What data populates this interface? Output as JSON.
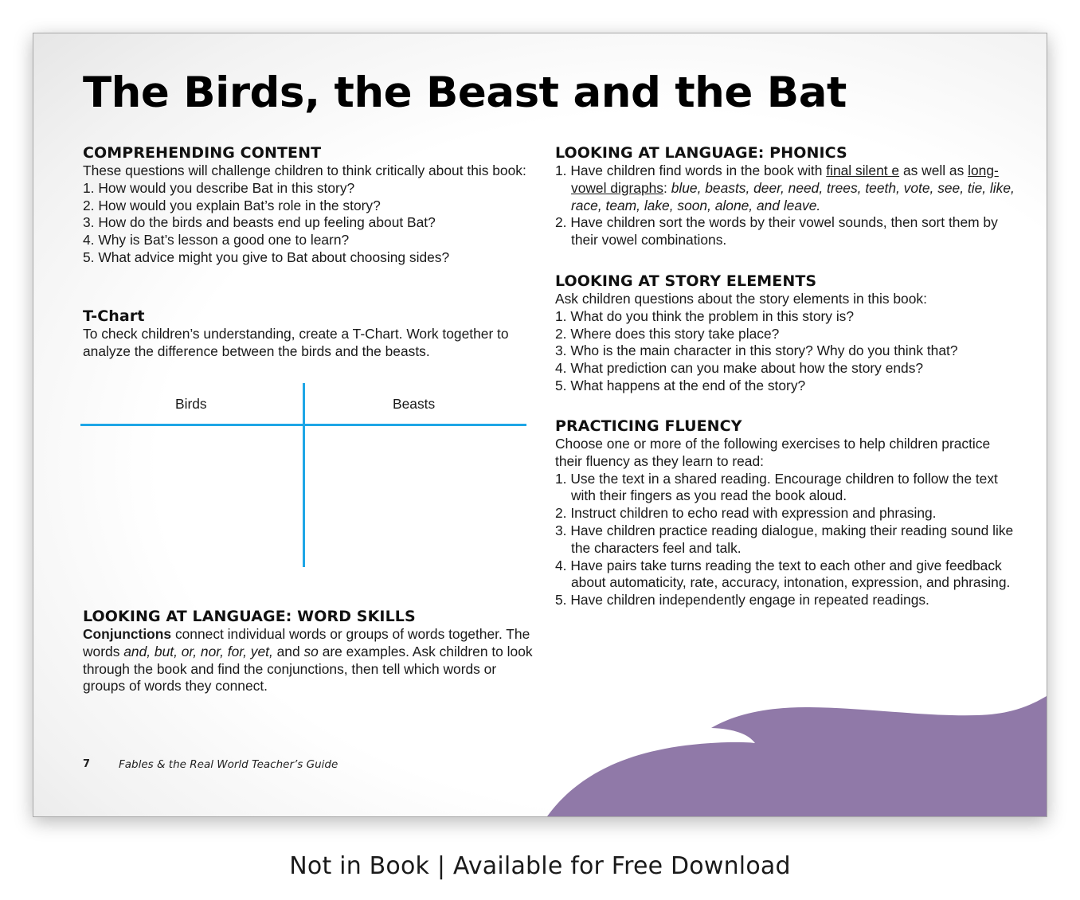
{
  "page": {
    "title": "The Birds, the Beast and the Bat",
    "page_number": "7",
    "footer_title": "Fables & the Real World Teacher’s Guide",
    "accent_color": "#9079a8",
    "tchart_color": "#1ea6e6"
  },
  "comprehending": {
    "heading": "COMPREHENDING CONTENT",
    "intro": "These questions will challenge children to think critically about this book:",
    "items": [
      "1. How would you describe Bat in this story?",
      "2. How would you explain Bat’s role in the story?",
      "3. How do the birds and beasts end up feeling about Bat?",
      "4. Why is Bat’s lesson a good one to learn?",
      "5. What advice might you give to Bat about choosing sides?"
    ]
  },
  "tchart": {
    "heading": "T-Chart",
    "intro": "To check children’s understanding, create a T-Chart. Work together to analyze the difference between the birds and the beasts.",
    "left_label": "Birds",
    "right_label": "Beasts"
  },
  "word_skills": {
    "heading": "LOOKING AT LANGUAGE: WORD SKILLS",
    "term": "Conjunctions",
    "text1": " connect individual words or groups of words together. The words ",
    "examples": "and, but, or, nor, for, yet,",
    "text2": " and ",
    "example_last": "so",
    "text3": " are examples. Ask children to look through the book and find the conjunctions, then tell which words or groups of words they connect."
  },
  "phonics": {
    "heading": "LOOKING AT LANGUAGE: PHONICS",
    "item1_prefix": "1. Have children find words in the book with ",
    "item1_term1": "final silent e",
    "item1_mid": " as well as ",
    "item1_term2": "long-vowel digraphs",
    "item1_colon": ": ",
    "item1_words": "blue, beasts, deer, need, trees, teeth, vote, see, tie, like, race, team, lake, soon, alone, and leave.",
    "item2": "2. Have children sort the words by their vowel sounds, then sort them by their vowel combinations."
  },
  "story_elements": {
    "heading": "LOOKING AT STORY ELEMENTS",
    "intro": "Ask children questions about the story elements in this book:",
    "items": [
      "1. What do you think the problem in this story is?",
      "2. Where does this story take place?",
      "3. Who is the main character in this story? Why do you think that?",
      "4. What prediction can you make about how the story ends?",
      "5. What happens at the end of the story?"
    ]
  },
  "fluency": {
    "heading": "PRACTICING FLUENCY",
    "intro": "Choose one or more of the following exercises to help children practice their fluency as they learn to read:",
    "items": [
      "1. Use the text in a shared reading. Encourage children to follow the text with their fingers as you read the book aloud.",
      "2. Instruct children to echo read with expression and phrasing.",
      "3. Have children practice reading dialogue, making their reading sound like the characters feel and talk.",
      "4. Have pairs take turns reading the text to each other and give feedback about automaticity, rate, accuracy, intonation, expression, and phrasing.",
      "5. Have children independently engage in repeated readings."
    ]
  },
  "caption": "Not in Book | Available for Free Download"
}
